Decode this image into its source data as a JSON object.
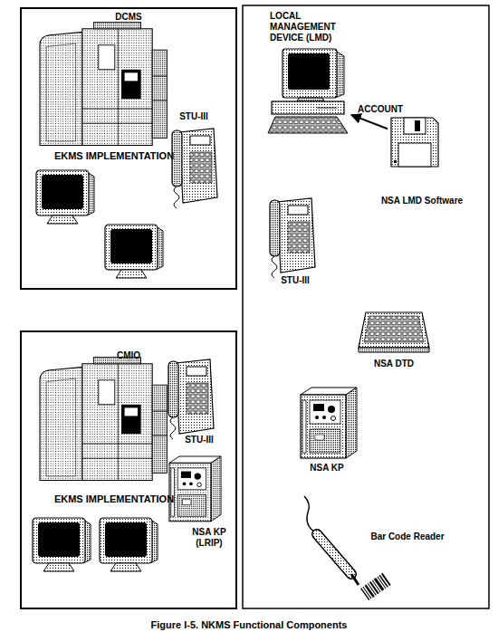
{
  "diagram": {
    "caption": "Figure I-5. NKMS Functional Components",
    "nodes": [
      {
        "text": [
          "DCMS",
          "EKMS IMPLEMENTATION"
        ]
      },
      {
        "text": [
          "LOCAL MANAGEMENT DEVICE (LMD)"
        ]
      },
      {
        "text": [
          "NSA LMD Software"
        ]
      },
      {
        "text": [
          "CMIO",
          "EKMS IMPLEMENTATION"
        ]
      }
    ],
    "edges": [
      {
        "from": 2,
        "to": 1,
        "arrow": "to",
        "label": "ACCOUNT"
      }
    ],
    "labels": [
      "STU-III",
      "STU-III",
      "NSA DTD",
      "NSA KP",
      "Bar Code Reader",
      "STU-III",
      "NSA KP (LRIP)"
    ]
  }
}
